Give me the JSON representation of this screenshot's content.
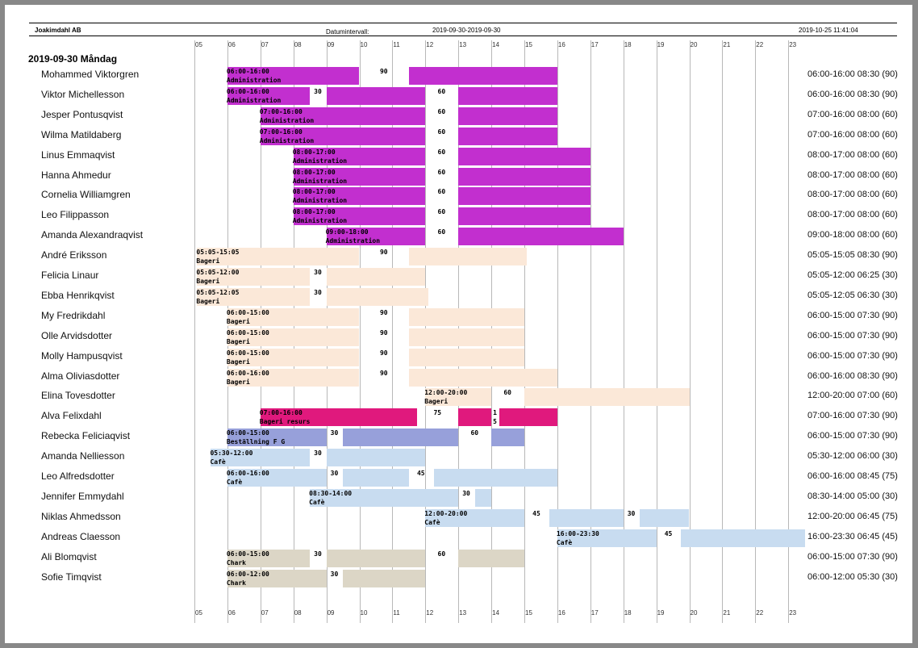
{
  "header": {
    "company": "Joakimdahl AB",
    "interval_label": "Datumintervall:",
    "interval_value": "2019-09-30-2019-09-30",
    "printed": "2019-10-25 11:41:04"
  },
  "date_heading": "2019-09-30 Måndag",
  "hours": [
    "05",
    "06",
    "07",
    "08",
    "09",
    "10",
    "11",
    "12",
    "13",
    "14",
    "15",
    "16",
    "17",
    "18",
    "19",
    "20",
    "21",
    "22",
    "23"
  ],
  "colors": {
    "Administration": "#c22fcf",
    "Bageri": "#fbe8d8",
    "Bageri resurs": "#e0197d",
    "Beställning F G": "#97a0da",
    "Cafè": "#c8dcf0",
    "Chark": "#dcd6c6"
  },
  "rows": [
    {
      "name": "Mohammed Viktorgren",
      "summary": "06:00-16:00 08:30 (90)",
      "start": 6,
      "end": 16,
      "time": "06:00-16:00",
      "dept": "Administration",
      "breaks": [
        {
          "start": 10.0,
          "end": 11.5,
          "label": "90"
        }
      ]
    },
    {
      "name": "Viktor Michellesson",
      "summary": "06:00-16:00 08:30 (90)",
      "start": 6,
      "end": 16,
      "time": "06:00-16:00",
      "dept": "Administration",
      "breaks": [
        {
          "start": 8.5,
          "end": 9.0,
          "label": "30"
        },
        {
          "start": 12.0,
          "end": 13.0,
          "label": "60"
        }
      ]
    },
    {
      "name": "Jesper Pontusqvist",
      "summary": "07:00-16:00 08:00 (60)",
      "start": 7,
      "end": 16,
      "time": "07:00-16:00",
      "dept": "Administration",
      "breaks": [
        {
          "start": 12.0,
          "end": 13.0,
          "label": "60"
        }
      ]
    },
    {
      "name": "Wilma Matildaberg",
      "summary": "07:00-16:00 08:00 (60)",
      "start": 7,
      "end": 16,
      "time": "07:00-16:00",
      "dept": "Administration",
      "breaks": [
        {
          "start": 12.0,
          "end": 13.0,
          "label": "60"
        }
      ]
    },
    {
      "name": "Linus Emmaqvist",
      "summary": "08:00-17:00 08:00 (60)",
      "start": 8,
      "end": 17,
      "time": "08:00-17:00",
      "dept": "Administration",
      "breaks": [
        {
          "start": 12.0,
          "end": 13.0,
          "label": "60"
        }
      ]
    },
    {
      "name": "Hanna Ahmedur",
      "summary": "08:00-17:00 08:00 (60)",
      "start": 8,
      "end": 17,
      "time": "08:00-17:00",
      "dept": "Administration",
      "breaks": [
        {
          "start": 12.0,
          "end": 13.0,
          "label": "60"
        }
      ]
    },
    {
      "name": "Cornelia Williamgren",
      "summary": "08:00-17:00 08:00 (60)",
      "start": 8,
      "end": 17,
      "time": "08:00-17:00",
      "dept": "Administration",
      "breaks": [
        {
          "start": 12.0,
          "end": 13.0,
          "label": "60"
        }
      ]
    },
    {
      "name": "Leo Filippasson",
      "summary": "08:00-17:00 08:00 (60)",
      "start": 8,
      "end": 17,
      "time": "08:00-17:00",
      "dept": "Administration",
      "breaks": [
        {
          "start": 12.0,
          "end": 13.0,
          "label": "60"
        }
      ]
    },
    {
      "name": "Amanda Alexandraqvist",
      "summary": "09:00-18:00 08:00 (60)",
      "start": 9,
      "end": 18,
      "time": "09:00-18:00",
      "dept": "Administration",
      "breaks": [
        {
          "start": 12.0,
          "end": 13.0,
          "label": "60"
        }
      ]
    },
    {
      "name": "André Eriksson",
      "summary": "05:05-15:05 08:30 (90)",
      "start": 5.0833,
      "end": 15.0833,
      "time": "05:05-15:05",
      "dept": "Bageri",
      "breaks": [
        {
          "start": 10.0,
          "end": 11.5,
          "label": "90"
        }
      ]
    },
    {
      "name": "Felicia Linaur",
      "summary": "05:05-12:00 06:25 (30)",
      "start": 5.0833,
      "end": 12.0,
      "time": "05:05-12:00",
      "dept": "Bageri",
      "breaks": [
        {
          "start": 8.5,
          "end": 9.0,
          "label": "30"
        }
      ]
    },
    {
      "name": "Ebba Henrikqvist",
      "summary": "05:05-12:05 06:30 (30)",
      "start": 5.0833,
      "end": 12.0833,
      "time": "05:05-12:05",
      "dept": "Bageri",
      "breaks": [
        {
          "start": 8.5,
          "end": 9.0,
          "label": "30"
        }
      ]
    },
    {
      "name": "My Fredrikdahl",
      "summary": "06:00-15:00 07:30 (90)",
      "start": 6,
      "end": 15,
      "time": "06:00-15:00",
      "dept": "Bageri",
      "breaks": [
        {
          "start": 10.0,
          "end": 11.5,
          "label": "90"
        }
      ]
    },
    {
      "name": "Olle Arvidsdotter",
      "summary": "06:00-15:00 07:30 (90)",
      "start": 6,
      "end": 15,
      "time": "06:00-15:00",
      "dept": "Bageri",
      "breaks": [
        {
          "start": 10.0,
          "end": 11.5,
          "label": "90"
        }
      ]
    },
    {
      "name": "Molly Hampusqvist",
      "summary": "06:00-15:00 07:30 (90)",
      "start": 6,
      "end": 15,
      "time": "06:00-15:00",
      "dept": "Bageri",
      "breaks": [
        {
          "start": 10.0,
          "end": 11.5,
          "label": "90"
        }
      ]
    },
    {
      "name": "Alma Oliviasdotter",
      "summary": "06:00-16:00 08:30 (90)",
      "start": 6,
      "end": 16,
      "time": "06:00-16:00",
      "dept": "Bageri",
      "breaks": [
        {
          "start": 10.0,
          "end": 11.5,
          "label": "90"
        }
      ]
    },
    {
      "name": "Elina Tovesdotter",
      "summary": "12:00-20:00 07:00 (60)",
      "start": 12,
      "end": 20,
      "time": "12:00-20:00",
      "dept": "Bageri",
      "breaks": [
        {
          "start": 14.0,
          "end": 15.0,
          "label": "60"
        }
      ]
    },
    {
      "name": "Alva Felixdahl",
      "summary": "07:00-16:00 07:30 (90)",
      "start": 7,
      "end": 16,
      "time": "07:00-16:00",
      "dept": "Bageri resurs",
      "breaks": [
        {
          "start": 11.75,
          "end": 13.0,
          "label": "75"
        },
        {
          "start": 14.0,
          "end": 14.25,
          "label": "1 5"
        }
      ]
    },
    {
      "name": "Rebecka Feliciaqvist",
      "summary": "06:00-15:00 07:30 (90)",
      "start": 6,
      "end": 15,
      "time": "06:00-15:00",
      "dept": "Beställning F G",
      "breaks": [
        {
          "start": 9.0,
          "end": 9.5,
          "label": "30"
        },
        {
          "start": 13.0,
          "end": 14.0,
          "label": "60"
        }
      ]
    },
    {
      "name": "Amanda Nelliesson",
      "summary": "05:30-12:00 06:00 (30)",
      "start": 5.5,
      "end": 12,
      "time": "05:30-12:00",
      "dept": "Cafè",
      "breaks": [
        {
          "start": 8.5,
          "end": 9.0,
          "label": "30"
        }
      ]
    },
    {
      "name": "Leo Alfredsdotter",
      "summary": "06:00-16:00 08:45 (75)",
      "start": 6,
      "end": 16,
      "time": "06:00-16:00",
      "dept": "Cafè",
      "breaks": [
        {
          "start": 9.0,
          "end": 9.5,
          "label": "30"
        },
        {
          "start": 11.5,
          "end": 12.25,
          "label": "45"
        }
      ]
    },
    {
      "name": "Jennifer Emmydahl",
      "summary": "08:30-14:00 05:00 (30)",
      "start": 8.5,
      "end": 14,
      "time": "08:30-14:00",
      "dept": "Cafè",
      "breaks": [
        {
          "start": 13.0,
          "end": 13.5,
          "label": "30"
        }
      ]
    },
    {
      "name": "Niklas Ahmedsson",
      "summary": "12:00-20:00 06:45 (75)",
      "start": 12,
      "end": 20,
      "time": "12:00-20:00",
      "dept": "Cafè",
      "breaks": [
        {
          "start": 15.0,
          "end": 15.75,
          "label": "45"
        },
        {
          "start": 18.0,
          "end": 18.5,
          "label": "30"
        }
      ]
    },
    {
      "name": "Andreas Claesson",
      "summary": "16:00-23:30 06:45 (45)",
      "start": 16,
      "end": 23.5,
      "time": "16:00-23:30",
      "dept": "Cafè",
      "breaks": [
        {
          "start": 19.0,
          "end": 19.75,
          "label": "45"
        }
      ]
    },
    {
      "name": "Ali Blomqvist",
      "summary": "06:00-15:00 07:30 (90)",
      "start": 6,
      "end": 15,
      "time": "06:00-15:00",
      "dept": "Chark",
      "breaks": [
        {
          "start": 8.5,
          "end": 9.0,
          "label": "30"
        },
        {
          "start": 12.0,
          "end": 13.0,
          "label": "60"
        }
      ]
    },
    {
      "name": "Sofie Timqvist",
      "summary": "06:00-12:00 05:30 (30)",
      "start": 6,
      "end": 12,
      "time": "06:00-12:00",
      "dept": "Chark",
      "breaks": [
        {
          "start": 9.0,
          "end": 9.5,
          "label": "30"
        }
      ]
    }
  ]
}
